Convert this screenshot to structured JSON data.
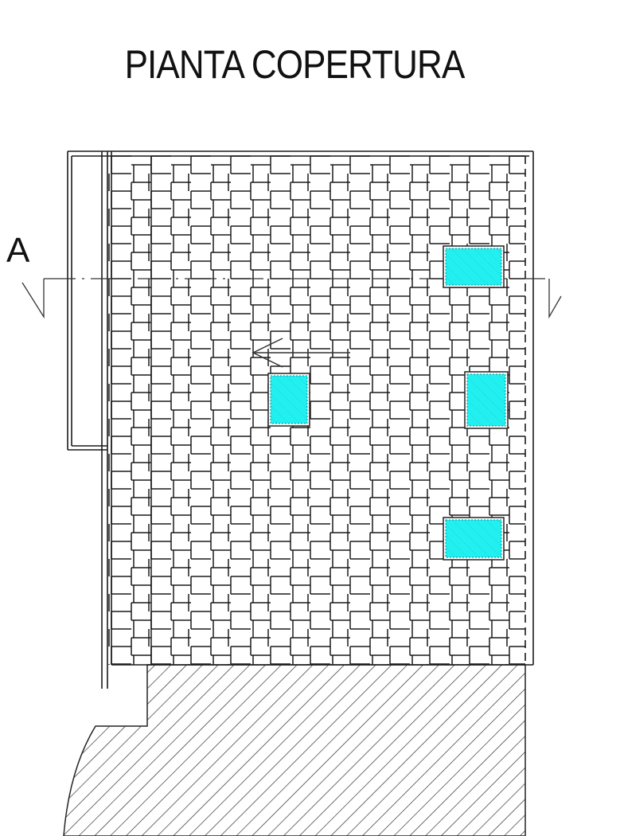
{
  "title": "PIANTA COPERTURA",
  "section_label": "A",
  "colors": {
    "skylight": "#22f0f0",
    "line": "#1a1a1a",
    "background": "#ffffff"
  },
  "skylight_count": 4
}
